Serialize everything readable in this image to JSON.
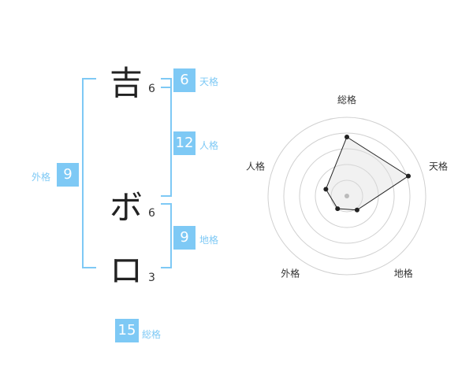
{
  "name_chars": [
    {
      "char": "吉",
      "strokes": "6"
    },
    {
      "char": "ボ",
      "strokes": "6"
    },
    {
      "char": "ロ",
      "strokes": "3"
    }
  ],
  "kakusu": {
    "tenkaku": {
      "value": "6",
      "label": "天格"
    },
    "jinkaku": {
      "value": "12",
      "label": "人格"
    },
    "chikaku": {
      "value": "9",
      "label": "地格"
    },
    "gaikaku": {
      "value": "9",
      "label": "外格"
    },
    "soukaku": {
      "value": "15",
      "label": "総格"
    }
  },
  "colors": {
    "accent": "#7ec9f5",
    "text": "#222222"
  },
  "chart_data": {
    "type": "radar",
    "axes": [
      "総格",
      "天格",
      "地格",
      "外格",
      "人格"
    ],
    "values": [
      0.75,
      0.82,
      0.22,
      0.2,
      0.28
    ],
    "range": [
      0,
      1
    ]
  }
}
